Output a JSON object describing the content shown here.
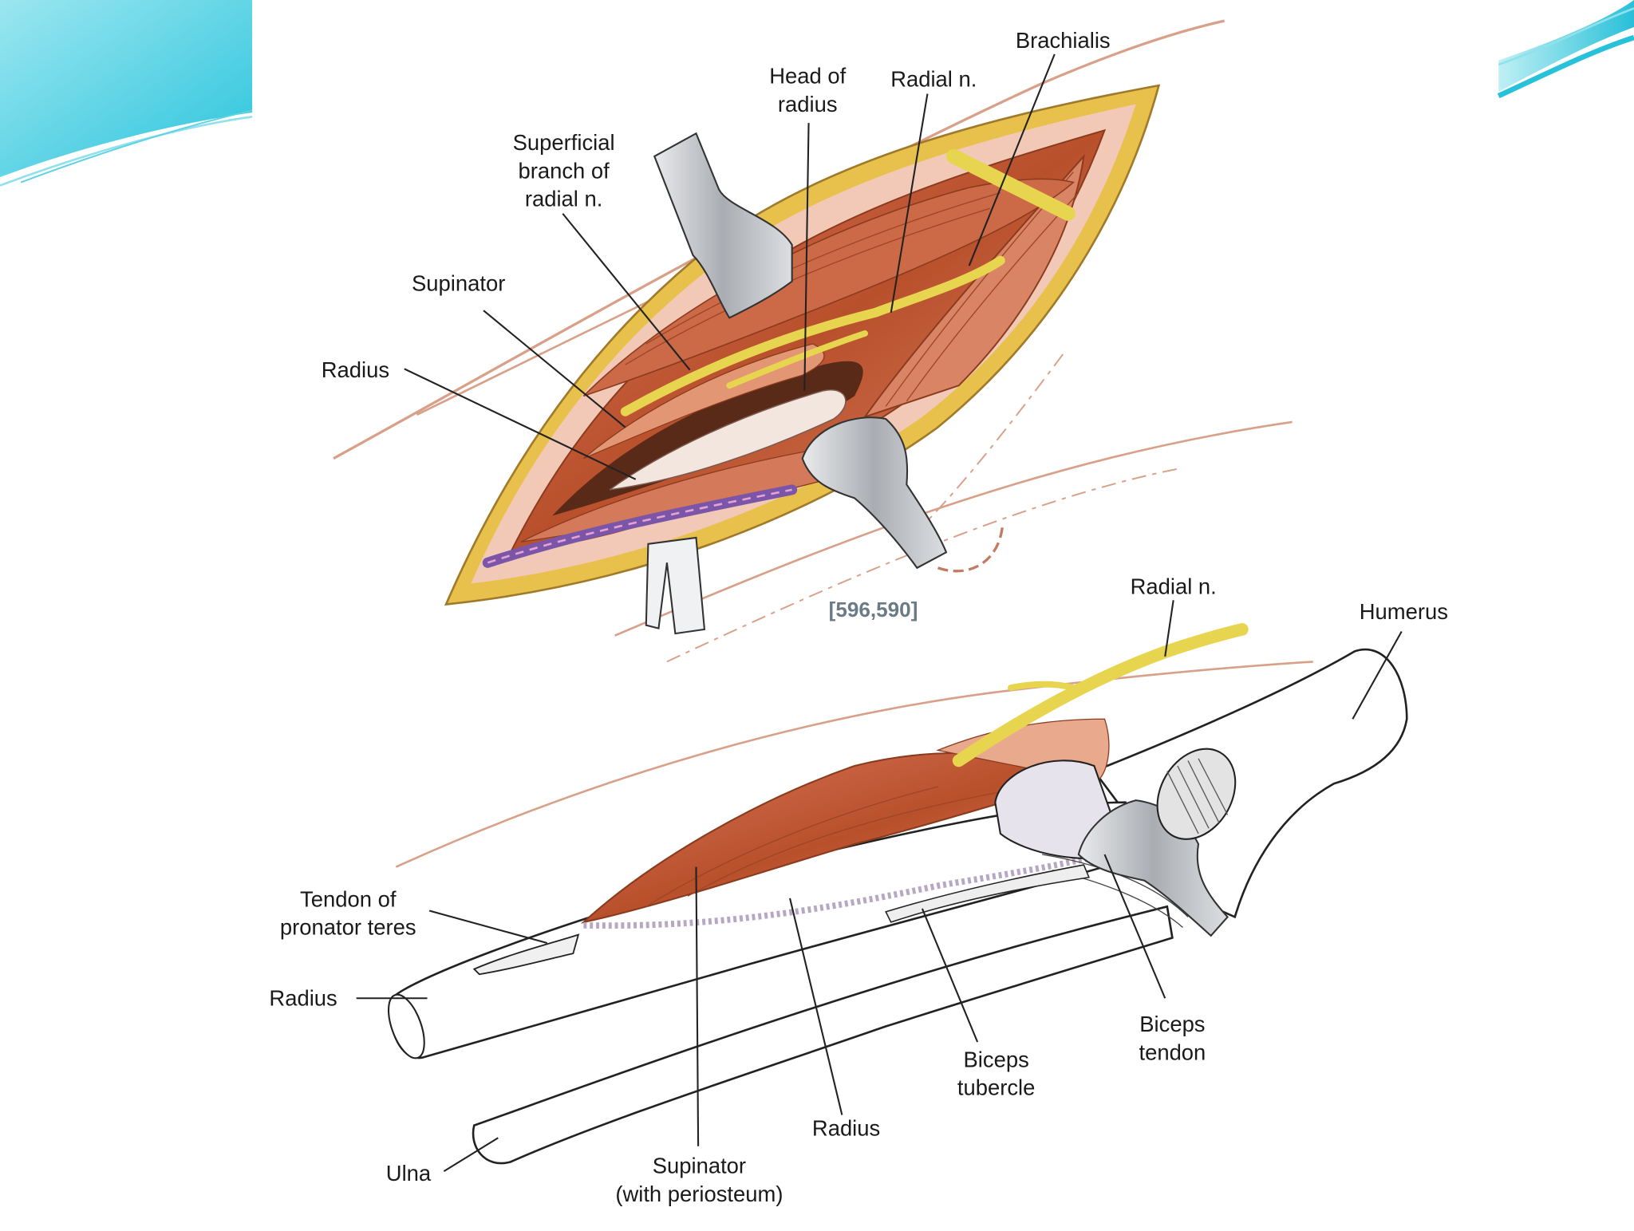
{
  "slide": {
    "theme": {
      "background": "#ffffff",
      "wave_accent": "#27c2da",
      "wave_light": "#a7ecf3"
    }
  },
  "figure": {
    "label": "[596,590]",
    "colors": {
      "muscle": "#c0572f",
      "muscle_light": "#e29a7a",
      "skin": "#f3cdbd",
      "fat": "#e8c14c",
      "nerve": "#ece06a",
      "bone": "#ffffff",
      "vessel": "#7b55a8",
      "retractor": "#b9bcc0"
    },
    "top_labels": {
      "brachialis": "Brachialis",
      "head_of_radius": "Head of\nradius",
      "radial_n": "Radial n.",
      "superficial_branch": "Superficial\nbranch of\nradial n.",
      "supinator": "Supinator",
      "radius": "Radius"
    },
    "bottom_labels": {
      "radial_n": "Radial n.",
      "humerus": "Humerus",
      "tendon_pronator": "Tendon of\npronator teres",
      "radius_left": "Radius",
      "biceps_tendon": "Biceps\ntendon",
      "biceps_tubercle": "Biceps\ntubercle",
      "radius_bottom": "Radius",
      "ulna": "Ulna",
      "supinator_periosteum": "Supinator\n(with periosteum)"
    }
  }
}
